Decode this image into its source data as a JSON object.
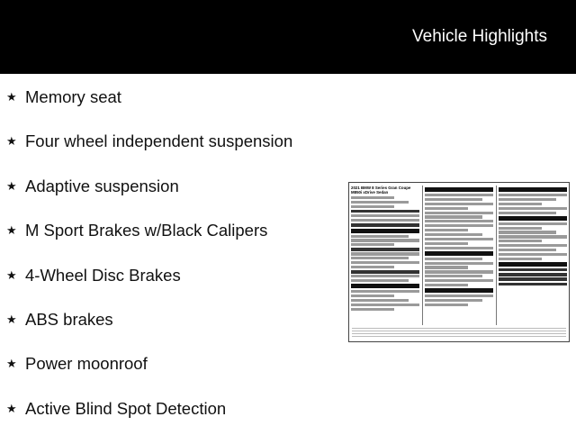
{
  "header": {
    "title": "Vehicle Highlights"
  },
  "features": [
    {
      "label": "Memory seat"
    },
    {
      "label": "Four wheel independent suspension"
    },
    {
      "label": "Adaptive suspension"
    },
    {
      "label": "M Sport Brakes w/Black Calipers"
    },
    {
      "label": "4-Wheel Disc Brakes"
    },
    {
      "label": "ABS brakes"
    },
    {
      "label": "Power moonroof"
    },
    {
      "label": "Active Blind Spot Detection"
    }
  ],
  "window_sticker": {
    "heading": "2021 BMW 8 Series Gran Coupe",
    "model": "M850i xDrive Sedan"
  },
  "icons": {
    "bullet": "star-icon"
  },
  "colors": {
    "header_bg": "#000000",
    "header_text": "#ffffff"
  }
}
